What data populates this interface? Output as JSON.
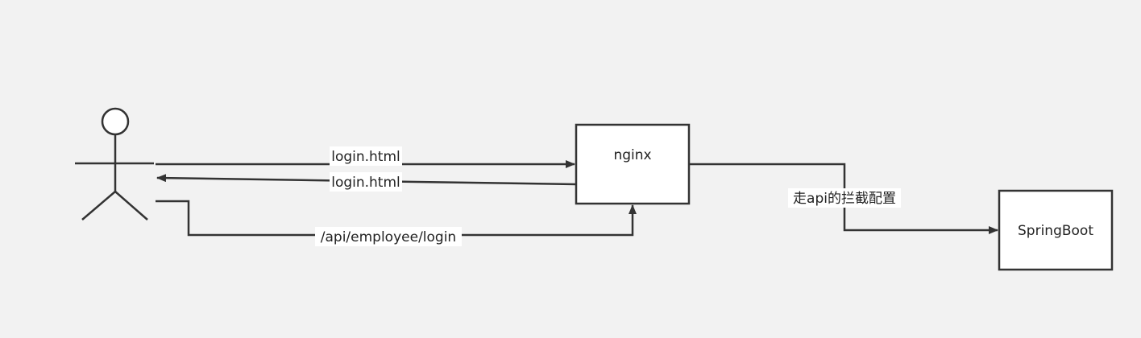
{
  "diagram": {
    "nodes": {
      "nginx": {
        "label": "nginx"
      },
      "springboot": {
        "label": "SpringBoot"
      }
    },
    "edges": {
      "request_page": {
        "label": "login.html"
      },
      "response_page": {
        "label": "login.html"
      },
      "api_request": {
        "label": "/api/employee/login"
      },
      "proxy": {
        "label": "走api的拦截配置"
      }
    }
  },
  "colors": {
    "background": "#f2f2f2",
    "stroke": "#333333",
    "box_fill": "#ffffff",
    "text": "#222222"
  }
}
